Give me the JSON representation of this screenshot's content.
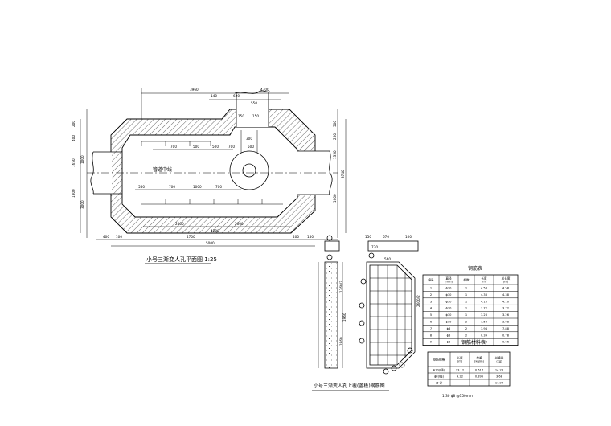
{
  "plan": {
    "title": "小号三渐变人孔平面图 1:25",
    "pipe_label": "管道中线",
    "dims_top": [
      "3960",
      "4300",
      "140",
      "600",
      "550",
      "150",
      "150",
      "300"
    ],
    "dims_left": [
      "200",
      "400",
      "1650",
      "1000",
      "1300",
      "3000"
    ],
    "dims_right": [
      "500",
      "250",
      "1350",
      "3740",
      "1600"
    ],
    "dims_bottom_top": [
      "700",
      "1000",
      "700",
      "550"
    ],
    "dims_inner": [
      "700",
      "500",
      "500",
      "700",
      "500",
      "550",
      "700",
      "1000",
      "700"
    ],
    "dims_bottom": [
      "2000",
      "2600",
      "4200",
      "4700",
      "5000",
      "400",
      "100",
      "400",
      "150"
    ]
  },
  "section": {
    "title": "小号三渐变人孔上覆(盖板)钢筋图",
    "dims_top": [
      "150",
      "670",
      "100",
      "730",
      "560"
    ],
    "dims_side": [
      "1960",
      "1360/2",
      "1960",
      "2600/2"
    ],
    "scale_note": "1:30    ϕ8 @150mm"
  },
  "rebar_table": {
    "title": "钢筋表",
    "headers": [
      "编号",
      "直径\n(mm)",
      "根数",
      "长度\n(m)",
      "总长度\n(m)"
    ],
    "rows": [
      [
        "1",
        "ϕ10",
        "1",
        "4.58",
        "4.58"
      ],
      [
        "2",
        "ϕ10",
        "1",
        "4.38",
        "4.38"
      ],
      [
        "3",
        "ϕ10",
        "1",
        "4.10",
        "4.10"
      ],
      [
        "4",
        "ϕ10",
        "1",
        "3.72",
        "3.72"
      ],
      [
        "5",
        "ϕ10",
        "1",
        "3.26",
        "3.26"
      ],
      [
        "6",
        "ϕ10",
        "2",
        "1.54",
        "3.08"
      ],
      [
        "7",
        "ϕ8",
        "2",
        "3.94",
        "7.88"
      ],
      [
        "8",
        "ϕ8",
        "2",
        "0.39",
        "0.78"
      ],
      [
        "9",
        "ϕ8",
        "2",
        "0.33",
        "0.66"
      ]
    ]
  },
  "material_table": {
    "title": "钢筋材料表",
    "headers": [
      "钢筋规格",
      "长度\n(m)",
      "单重\n(kg/m)",
      "总重量\n(kg)"
    ],
    "rows": [
      [
        "ϕ10(I级)",
        "23.12",
        "0.617",
        "14.26"
      ],
      [
        "ϕ8(I级)",
        "9.32",
        "0.395",
        "3.68"
      ],
      [
        "合  计",
        "",
        "",
        "17.94"
      ]
    ]
  }
}
